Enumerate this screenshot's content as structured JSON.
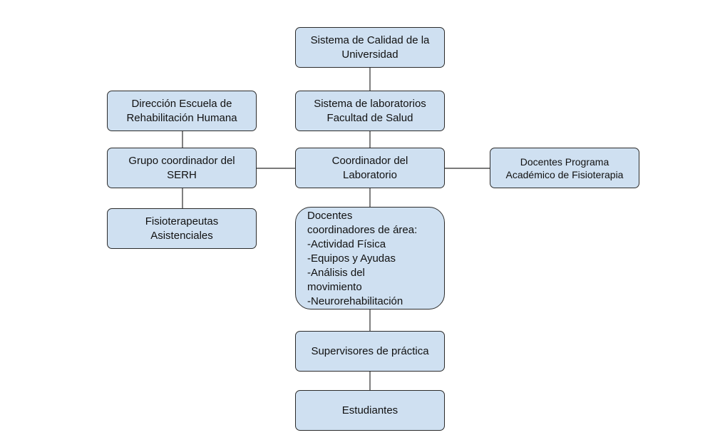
{
  "nodes": {
    "sistema_calidad": "Sistema de Calidad de la\nUniversidad",
    "sistema_laboratorios": "Sistema de laboratorios\nFacultad de Salud",
    "coordinador_laboratorio": "Coordinador del\nLaboratorio",
    "docentes_coordinadores": "Docentes\ncoordinadores de área:\n-Actividad Física\n-Equipos y Ayudas\n-Análisis del\nmovimiento\n-Neurorehabilitación",
    "supervisores": "Supervisores de práctica",
    "estudiantes": "Estudiantes",
    "direccion_escuela": "Dirección Escuela de\nRehabilitación Humana",
    "grupo_coordinador": "Grupo coordinador del\nSERH",
    "fisioterapeutas": "Fisioterapeutas\nAsistenciales",
    "docentes_programa": "Docentes Programa\nAcadémico de Fisioterapia"
  },
  "colors": {
    "box_fill": "#cfe0f1",
    "box_border": "#2b2b2b",
    "line": "#2b2b2b"
  }
}
